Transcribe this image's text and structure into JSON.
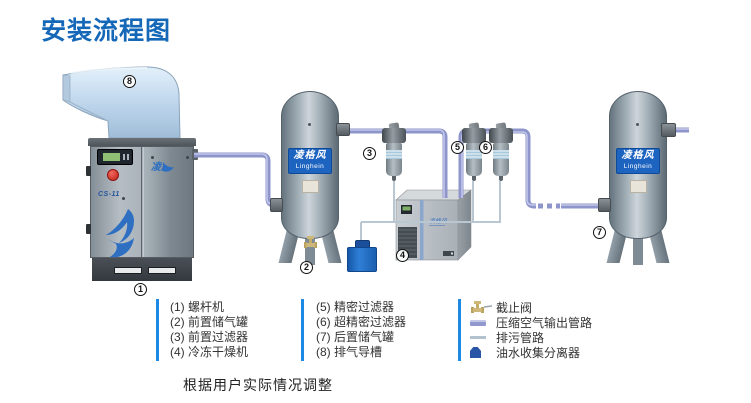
{
  "title": "安装流程图",
  "footer_note": "根据用户实际情况调整",
  "brand": {
    "cn": "凌格风",
    "en": "Linghein"
  },
  "compressor": {
    "model": "CS-11",
    "brand_char": "凌"
  },
  "markers": {
    "m1": "1",
    "m2": "2",
    "m3": "3",
    "m4": "4",
    "m5": "5",
    "m6": "6",
    "m7": "7",
    "m8": "8"
  },
  "legend": {
    "items_col1": [
      "(1) 螺杆机",
      "(2) 前置储气罐",
      "(3) 前置过滤器",
      "(4) 冷冻干燥机"
    ],
    "items_col2": [
      "(5) 精密过滤器",
      "(6) 超精密过滤器",
      "(7) 后置储气罐",
      "(8) 排气导槽"
    ],
    "items_col3": [
      {
        "icon": "stop-valve-icon",
        "label": "截止阀"
      },
      {
        "icon": "air-output-pipe-swatch",
        "label": "压缩空气输出管路"
      },
      {
        "icon": "drain-pipe-swatch",
        "label": "排污管路"
      },
      {
        "icon": "oil-water-separator-icon",
        "label": "油水收集分离器"
      }
    ]
  },
  "colors": {
    "title_blue": "#1568b8",
    "air_pipe": "#8e95cb",
    "drain_pipe": "#b9c7d2",
    "legend_divider": "#1e88e5",
    "separator_blue": "#1d6fc1",
    "valve_tan": "#cdb87a"
  }
}
